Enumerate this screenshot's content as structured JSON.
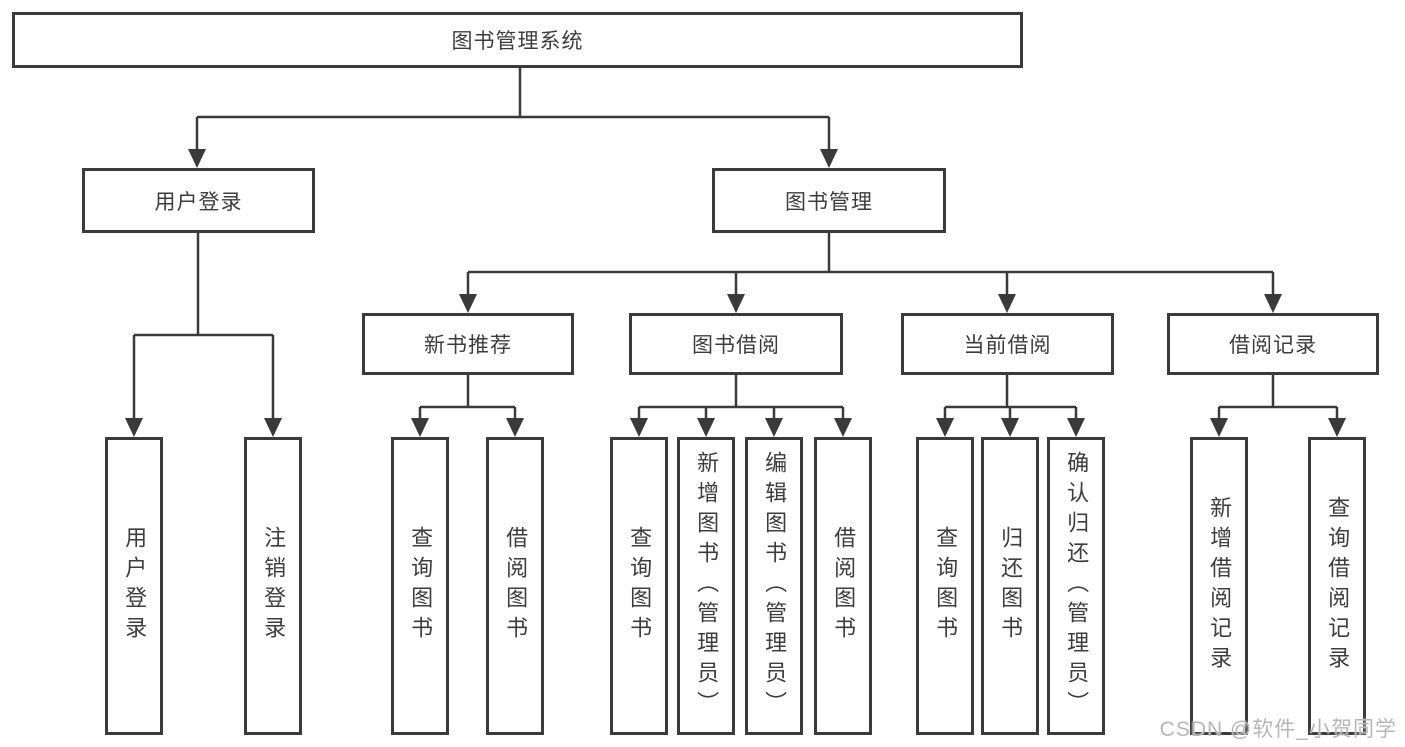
{
  "tree": {
    "root": {
      "label": "图书管理系统"
    },
    "user": {
      "label": "用户登录",
      "children": [
        {
          "label": "用户登录"
        },
        {
          "label": "注销登录"
        }
      ]
    },
    "mgmt": {
      "label": "图书管理",
      "sections": [
        {
          "label": "新书推荐",
          "children": [
            {
              "label": "查询图书"
            },
            {
              "label": "借阅图书"
            }
          ]
        },
        {
          "label": "图书借阅",
          "children": [
            {
              "label": "查询图书"
            },
            {
              "label": "新增图书（管理员）"
            },
            {
              "label": "编辑图书（管理员）"
            },
            {
              "label": "借阅图书"
            }
          ]
        },
        {
          "label": "当前借阅",
          "children": [
            {
              "label": "查询图书"
            },
            {
              "label": "归还图书"
            },
            {
              "label": "确认归还（管理员）"
            }
          ]
        },
        {
          "label": "借阅记录",
          "children": [
            {
              "label": "新增借阅记录"
            },
            {
              "label": "查询借阅记录"
            }
          ]
        }
      ]
    }
  },
  "watermark": {
    "text": "CSDN @软件_小贺同学"
  },
  "colors": {
    "line": "#3a3a3a",
    "text": "#3d3d3d",
    "box_fill": "#ffffff",
    "background": "#ffffff",
    "watermark": "#b6b6b6"
  }
}
